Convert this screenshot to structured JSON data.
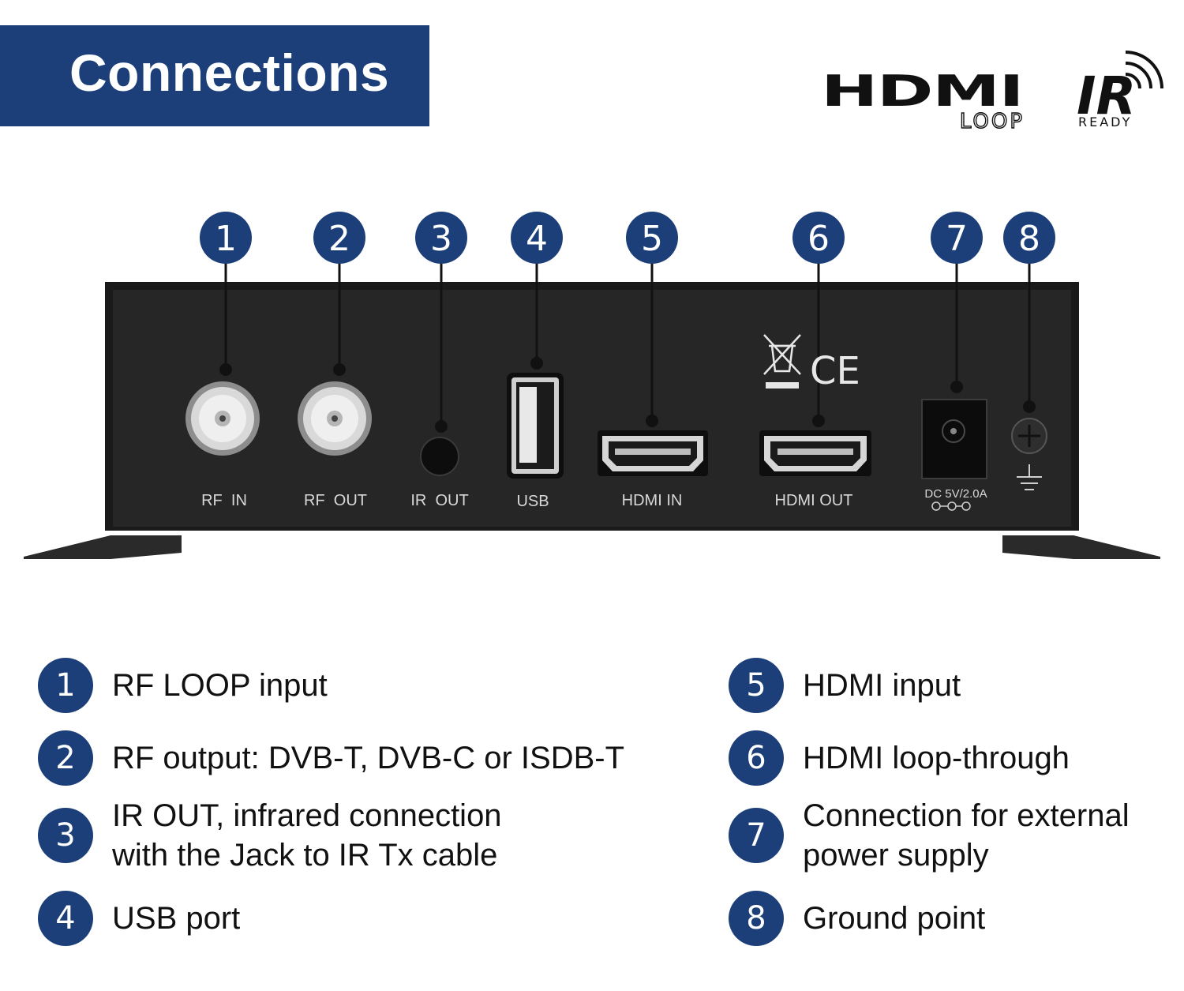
{
  "header": {
    "title": "Connections"
  },
  "logos": {
    "hdmi_word": "HDMI",
    "hdmi_sub": "LOOP",
    "ir_word": "IR",
    "ir_sub": "READY"
  },
  "device": {
    "ports": [
      {
        "num": "1",
        "label": "RF  IN"
      },
      {
        "num": "2",
        "label": "RF  OUT"
      },
      {
        "num": "3",
        "label": "IR  OUT"
      },
      {
        "num": "4",
        "label": "USB"
      },
      {
        "num": "5",
        "label": "HDMI IN"
      },
      {
        "num": "6",
        "label": "HDMI OUT"
      },
      {
        "num": "7",
        "label": "DC 5V/2.0A"
      },
      {
        "num": "8",
        "label": ""
      }
    ],
    "ce_mark": "CE"
  },
  "legend": [
    {
      "num": "1",
      "lines": [
        "RF LOOP input"
      ]
    },
    {
      "num": "2",
      "lines": [
        "RF output: DVB-T, DVB-C or ISDB-T"
      ]
    },
    {
      "num": "3",
      "lines": [
        "IR OUT, infrared connection",
        "with the Jack to IR Tx cable"
      ]
    },
    {
      "num": "4",
      "lines": [
        "USB port"
      ]
    },
    {
      "num": "5",
      "lines": [
        "HDMI input"
      ]
    },
    {
      "num": "6",
      "lines": [
        "HDMI loop-through"
      ]
    },
    {
      "num": "7",
      "lines": [
        "Connection for external",
        "power supply"
      ]
    },
    {
      "num": "8",
      "lines": [
        "Ground point"
      ]
    }
  ],
  "colors": {
    "accent": "#1c3f7a",
    "device": "#1e1e1e",
    "panel": "#262626"
  }
}
